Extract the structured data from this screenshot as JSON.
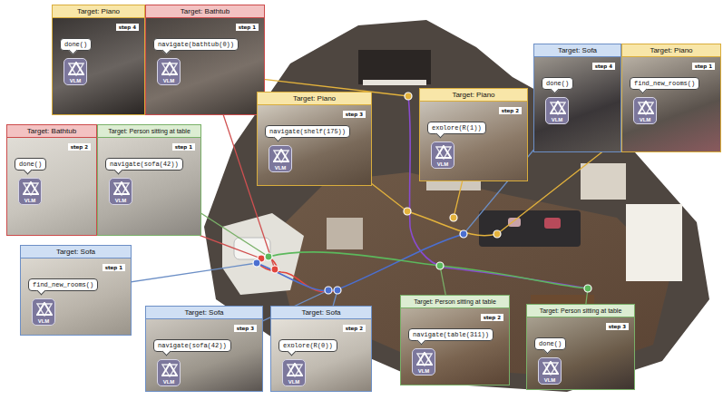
{
  "diagram": {
    "nodes": [
      {
        "text": [
          "Target: Piano",
          "step 4"
        ]
      },
      {
        "text": [
          "done()"
        ],
        "in": 0
      },
      {
        "text": [
          "VLM"
        ],
        "in": 0
      },
      {
        "text": [
          "Target: Bathtub",
          "step 1"
        ]
      },
      {
        "text": [
          "navigate(bathtub(0))"
        ],
        "in": 3
      },
      {
        "text": [
          "VLM"
        ],
        "in": 3
      },
      {
        "text": [
          "Target: Sofa",
          "step 4"
        ]
      },
      {
        "text": [
          "done()"
        ],
        "in": 6
      },
      {
        "text": [
          "VLM"
        ],
        "in": 6
      },
      {
        "text": [
          "Target: Piano",
          "step 1"
        ]
      },
      {
        "text": [
          "find_new_rooms()"
        ],
        "in": 9
      },
      {
        "text": [
          "VLM"
        ],
        "in": 9
      },
      {
        "text": [
          "Target: Piano",
          "step 2"
        ]
      },
      {
        "text": [
          "explore(R(1))"
        ],
        "in": 12
      },
      {
        "text": [
          "VLM"
        ],
        "in": 12
      },
      {
        "text": [
          "Target: Piano",
          "step 3"
        ]
      },
      {
        "text": [
          "navigate(shelf(175))"
        ],
        "in": 15
      },
      {
        "text": [
          "VLM"
        ],
        "in": 15
      },
      {
        "text": [
          "Target: Bathtub",
          "step 2"
        ]
      },
      {
        "text": [
          "done()"
        ],
        "in": 18
      },
      {
        "text": [
          "VLM"
        ],
        "in": 18
      },
      {
        "text": [
          "Target: Person sitting at table",
          "step 1"
        ]
      },
      {
        "text": [
          "navigate(sofa(42))"
        ],
        "in": 21
      },
      {
        "text": [
          "VLM"
        ],
        "in": 21
      },
      {
        "text": [
          "Target: Sofa",
          "step 1"
        ]
      },
      {
        "text": [
          "find_new_rooms()"
        ],
        "in": 24
      },
      {
        "text": [
          "VLM"
        ],
        "in": 24
      },
      {
        "text": [
          "Target: Person sitting at table",
          "step 2"
        ]
      },
      {
        "text": [
          "navigate(table(311))"
        ],
        "in": 27
      },
      {
        "text": [
          "VLM"
        ],
        "in": 27
      },
      {
        "text": [
          "Target: Sofa",
          "step 3"
        ]
      },
      {
        "text": [
          "navigate(sofa(42))"
        ],
        "in": 30
      },
      {
        "text": [
          "VLM"
        ],
        "in": 30
      },
      {
        "text": [
          "Target: Sofa",
          "step 2"
        ]
      },
      {
        "text": [
          "explore(R(0))"
        ],
        "in": 33
      },
      {
        "text": [
          "VLM"
        ],
        "in": 33
      },
      {
        "text": [
          "Target: Person sitting at table",
          "step 3"
        ]
      },
      {
        "text": [
          "done()"
        ],
        "in": 36
      },
      {
        "text": [
          "VLM"
        ],
        "in": 36
      }
    ]
  }
}
